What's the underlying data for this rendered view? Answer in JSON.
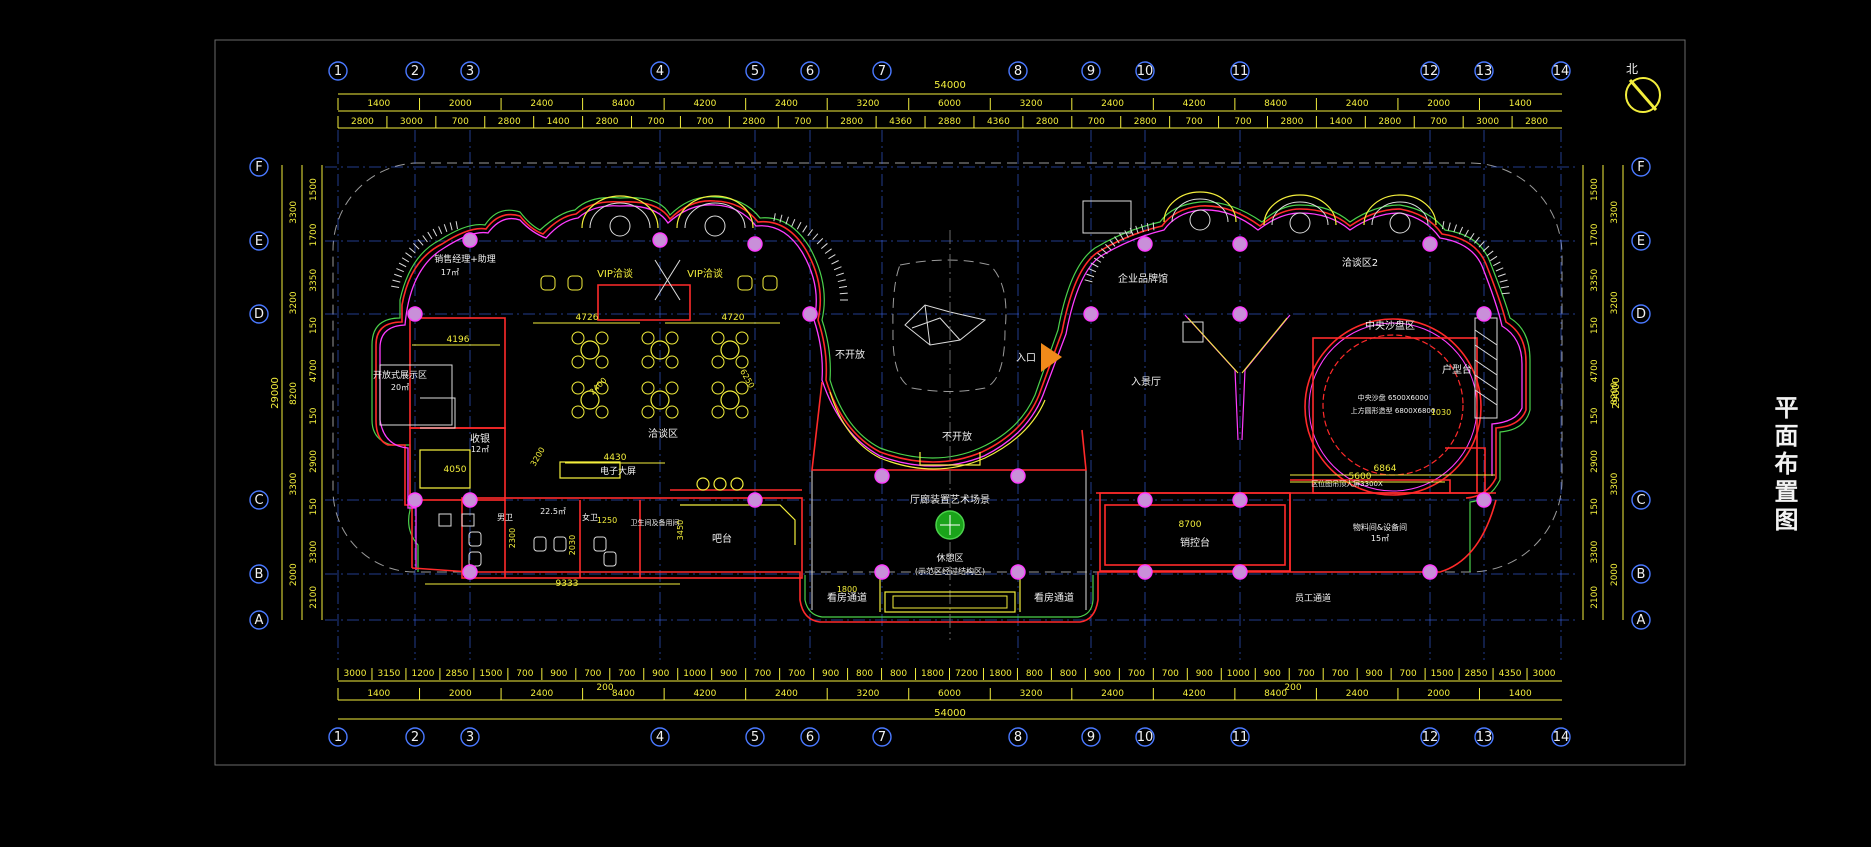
{
  "drawing": {
    "title": "平面布置图",
    "north_label": "北",
    "colors": {
      "background": "#000000",
      "dimension": "#f3ee3c",
      "wall": "#ff2a2a",
      "furniture": "#f3ee3c",
      "axis_bubble": "#4a79ff",
      "column": "#c98fd9",
      "green": "#4bd14b"
    }
  },
  "axes": {
    "columns": [
      "1",
      "2",
      "3",
      "4",
      "5",
      "6",
      "7",
      "8",
      "9",
      "10",
      "11",
      "12",
      "13",
      "14"
    ],
    "rows": [
      "F",
      "E",
      "D",
      "C",
      "B",
      "A"
    ]
  },
  "dims": {
    "top_total": "54000",
    "top_row1": [
      "1400",
      "2000",
      "2400",
      "8400",
      "4200",
      "2400",
      "3200",
      "6000",
      "3200",
      "2400",
      "4200",
      "8400",
      "2400",
      "2000",
      "1400"
    ],
    "top_row2": [
      "2800",
      "3000",
      "700",
      "2800",
      "1400",
      "2800",
      "700",
      "700",
      "2800",
      "700",
      "2800",
      "4360",
      "2880",
      "4360",
      "2800",
      "700",
      "2800",
      "700",
      "700",
      "2800",
      "1400",
      "2800",
      "700",
      "3000",
      "2800"
    ],
    "bottom_row1": [
      "3000",
      "3150",
      "1200",
      "2850",
      "1500",
      "700",
      "900",
      "700",
      "700",
      "900",
      "1000",
      "900",
      "700",
      "700",
      "900",
      "800",
      "800",
      "1800",
      "7200",
      "1800",
      "800",
      "800",
      "900",
      "700",
      "700",
      "900",
      "1000",
      "900",
      "700",
      "700",
      "900",
      "700",
      "1500",
      "2850",
      "4350",
      "3000"
    ],
    "bottom_small": [
      "200",
      "200"
    ],
    "bottom_row2": [
      "1400",
      "2000",
      "2400",
      "8400",
      "4200",
      "2400",
      "3200",
      "6000",
      "3200",
      "2400",
      "4200",
      "8400",
      "2400",
      "2000",
      "1400"
    ],
    "bottom_total": "54000",
    "left_inner": [
      "1500",
      "1700",
      "3350",
      "150",
      "4700",
      "150",
      "2900",
      "150",
      "3300",
      "2100"
    ],
    "left_mid": [
      "3300",
      "3200",
      "8200",
      "3300",
      "2000"
    ],
    "left_total": "29000",
    "right_inner": [
      "1500",
      "1700",
      "3350",
      "150",
      "4700",
      "150",
      "2900",
      "150",
      "3300",
      "2100"
    ],
    "right_mid": [
      "3300",
      "3200",
      "8200",
      "3300",
      "2000"
    ],
    "right_total": "29000"
  },
  "labels": {
    "sales_office": "销售经理+助理",
    "sales_office_area": "17㎡",
    "open_display": "开放式展示区",
    "open_display_area": "20㎡",
    "cashier": "收银",
    "cashier_area": "12㎡",
    "vip_left": "VIP洽谈",
    "vip_right": "VIP洽谈",
    "negotiation": "洽谈区",
    "e_screen": "电子大屏",
    "bar": "吧台",
    "male_wc": "男卫",
    "female_wc": "女卫",
    "wc_area_left": "22.5㎡",
    "back_lounge": "卫生间及备用间",
    "not_open_left": "不开放",
    "not_open_top": "不开放",
    "art_scene": "厅廊装置艺术场景",
    "rest_area": "休憩区",
    "rest_area_note": "(示范区经过结构区)",
    "model_path_left": "看房通道",
    "model_path_right": "看房通道",
    "entrance": "入口",
    "brand_hall": "企业品牌馆",
    "entry_hall": "入景厅",
    "negotiation2": "洽谈区2",
    "central_sand": "中央沙盘区",
    "sand_note1": "中央沙盘 6500X6000",
    "sand_note2": "上方圆形造型 6800X6800",
    "reception": "户型台",
    "control_desk": "销控台",
    "storage": "物料间&设备间",
    "storage_area": "15㎡",
    "staff_path": "员工通道",
    "ceiling_note": "区位图吊顶大屏3300X",
    "dim_4726": "4726",
    "dim_4720": "4720",
    "dim_4196": "4196",
    "dim_4430": "4430",
    "dim_4050": "4050",
    "dim_9333": "9333",
    "dim_6864": "6864",
    "dim_5600": "5600",
    "dim_8700": "8700",
    "dim_3450": "3450",
    "dim_1250": "1250",
    "dim_2300": "2300",
    "dim_2030": "2030",
    "dim_3200": "3200",
    "dim_6250": "6250",
    "dim_1800": "1800",
    "dim_2400": "2400",
    "dim_1030": "1030"
  }
}
